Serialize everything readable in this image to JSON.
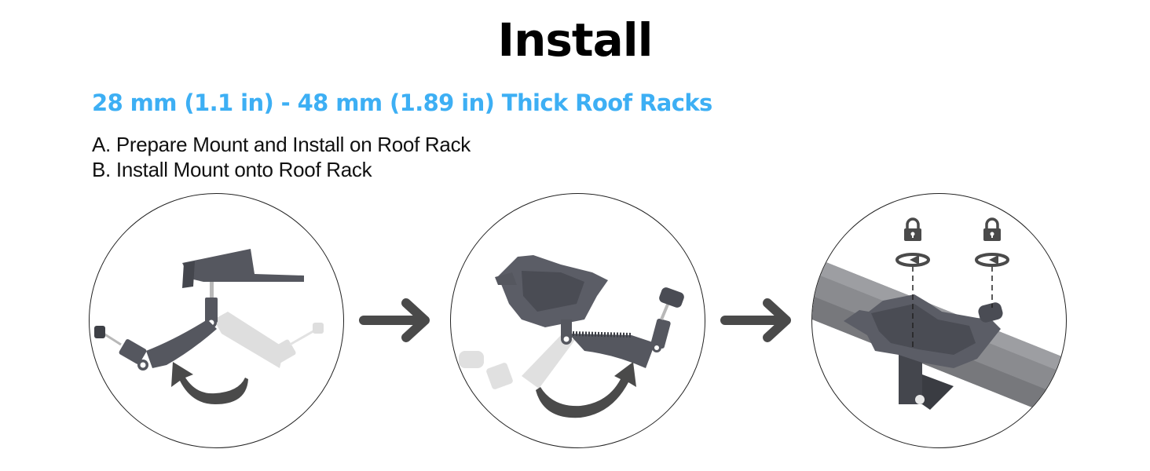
{
  "header": {
    "title": "Install",
    "subtitle": "28 mm (1.1 in) - 48 mm (1.89 in) Thick Roof Racks"
  },
  "steps": [
    {
      "label": "A. Prepare Mount and Install on Roof Rack"
    },
    {
      "label": "B. Install Mount onto Roof Rack"
    }
  ],
  "illustrations": [
    {
      "id": "step-1",
      "description": "Mount with arm folded, curved arrow indicating rotation counter-clockwise",
      "icons": [
        "curved-arrow-icon"
      ]
    },
    {
      "id": "step-2",
      "description": "Mount with ratchet arm swung up, curved arrow indicating rotation",
      "icons": [
        "curved-arrow-icon"
      ]
    },
    {
      "id": "step-3",
      "description": "Mount clamped on roof rack bar with two knobs tightened",
      "icons": [
        "lock-icon",
        "lock-icon",
        "rotate-icon",
        "rotate-icon"
      ]
    }
  ],
  "flow_arrows": [
    {
      "icon": "right-arrow-icon"
    },
    {
      "icon": "right-arrow-icon"
    }
  ],
  "colors": {
    "accent": "#3daff4",
    "part": "#5b5d66",
    "part_ghost": "#dcdcdc",
    "arrow": "#4a4a4a",
    "rack": "#8a8b8f"
  }
}
